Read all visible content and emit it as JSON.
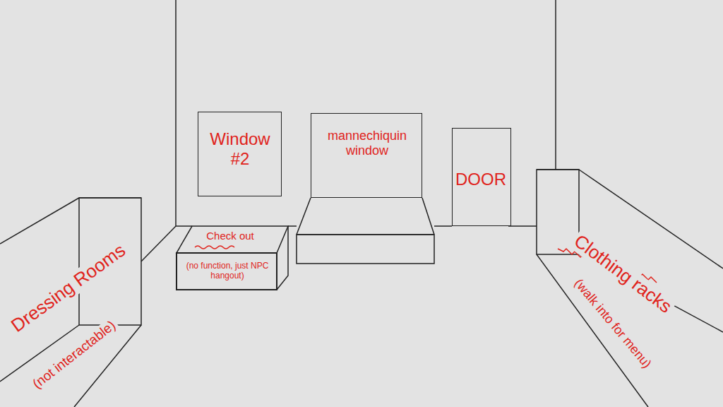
{
  "diagram": {
    "nodes": [
      {
        "text": [
          "Window #2"
        ]
      },
      {
        "text": [
          "mannechiquin window"
        ]
      },
      {
        "text": [
          "DOOR"
        ]
      },
      {
        "text": [
          "Check out",
          "(no function, just NPC hangout)"
        ]
      },
      {
        "text": [
          "Dressing Rooms",
          "(not interactable)"
        ]
      },
      {
        "text": [
          "Clothing racks",
          "(walk into for menu)"
        ]
      }
    ]
  }
}
